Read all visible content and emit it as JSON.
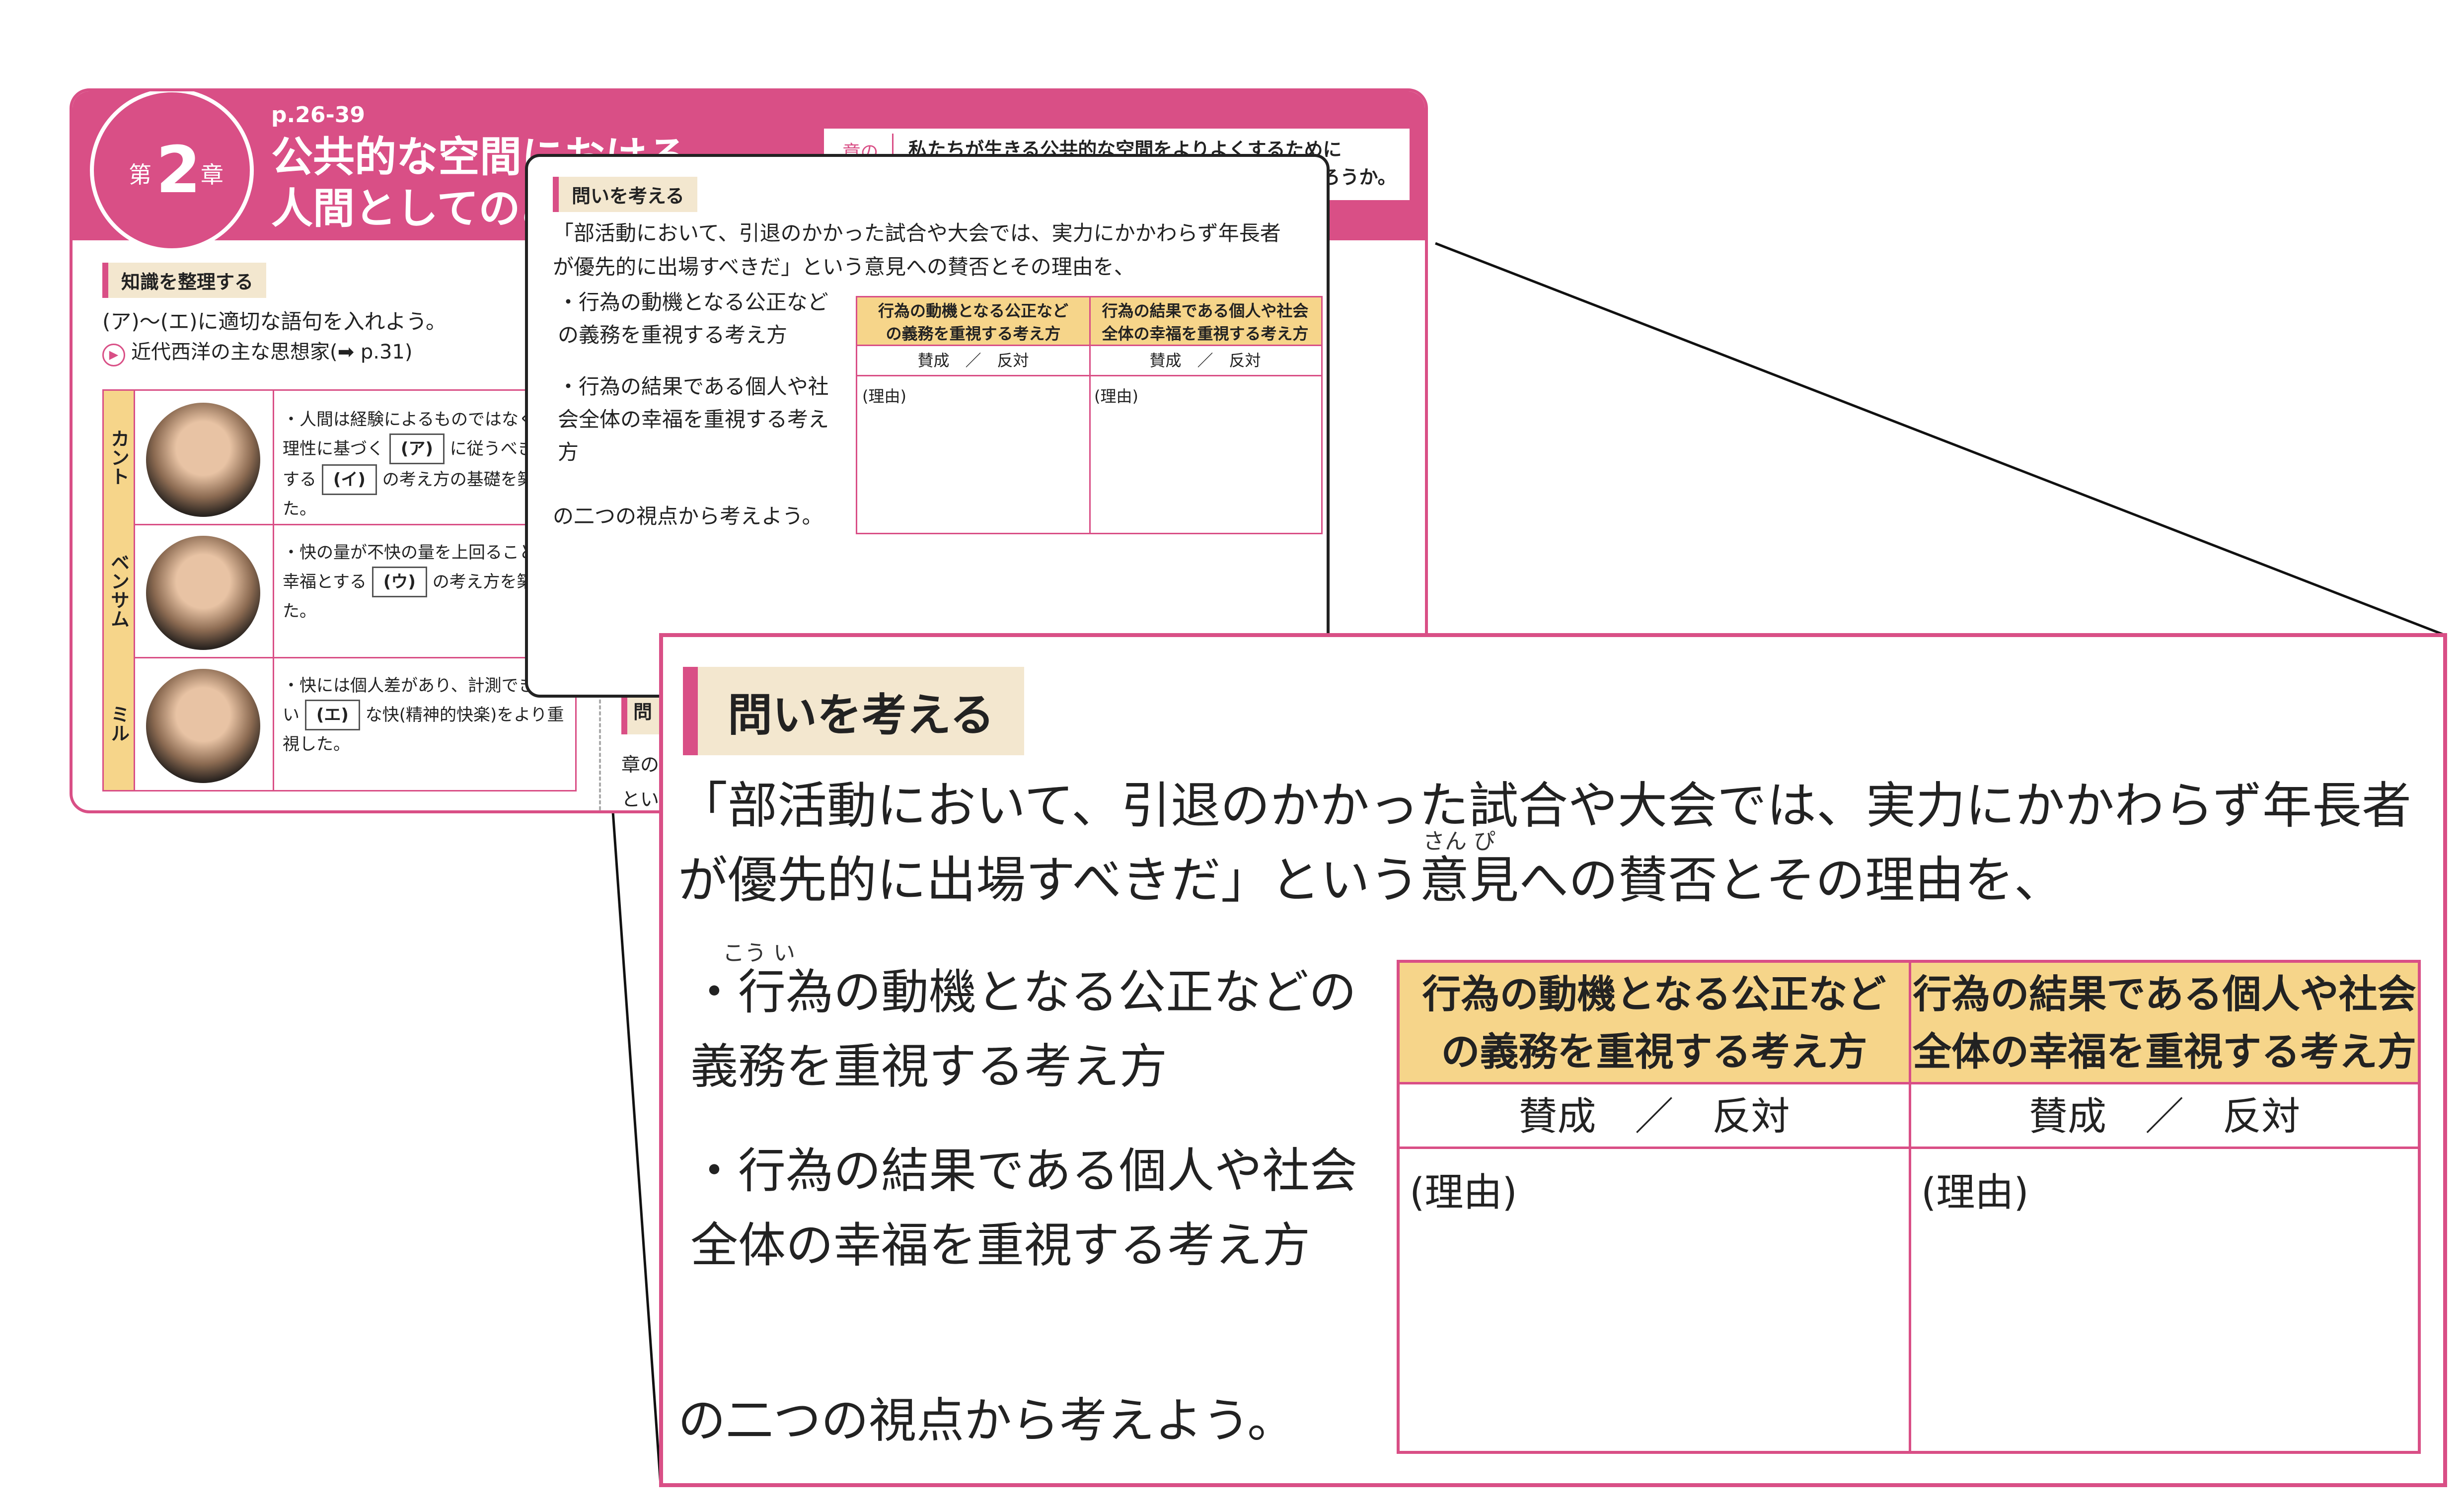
{
  "header": {
    "chapter_prefix": "第",
    "chapter_number": "2",
    "chapter_suffix": "章",
    "page_ref": "p.26-39",
    "title_line1": "公共的な空間における",
    "title_line2": "人間としてのあり方・生き方",
    "question_tag": "章の\n問い",
    "question_text": "私たちが生きる公共的な空間をよりよくするために\nは、何に注目して選択・判断していけばよいのだろうか。"
  },
  "knowledge": {
    "tag": "知識を整理する",
    "instruction": "(ア)～(エ)に適切な語句を入れよう。",
    "link": "近代西洋の主な思想家(➡ p.31)",
    "thinkers": [
      {
        "name": "カント",
        "text_a": "・人間は経験によるものではなく、理性に基づく",
        "blank1": "(ア)",
        "text_b": "に従うべきとする",
        "blank2": "(イ)",
        "text_c": "の考え方の基礎を築いた。"
      },
      {
        "name": "ベンサム",
        "text_a": "・快の量が不快の量を上回ることを幸福とする",
        "blank1": "(ウ)",
        "text_b": "の考え方を築いた。"
      },
      {
        "name": "ミル",
        "text_a": "・快には個人差があり、計測できない",
        "blank1": "(エ)",
        "text_b": "な快(精神的快楽)をより重視した。"
      }
    ]
  },
  "consider": {
    "tag": "問いを考える",
    "prompt_line1": "「部活動において、引退のかかった試合や大会では、実力にかかわらず年長者",
    "prompt_line2": "が優先的に出場すべきだ」という意見への賛否とその理由を、",
    "bullet1": "・行為の動機となる公正などの義務を重視する考え方",
    "bullet2": "・行為の結果である個人や社会全体の幸福を重視する考え方",
    "closing": "の二つの視点から考えよう。",
    "ruby_koui": "こう い",
    "ruby_sanpi": "さん ぴ",
    "table": {
      "col1_header": "行為の動機となる公正など\nの義務を重視する考え方",
      "col2_header": "行為の結果である個人や社会\n全体の幸福を重視する考え方",
      "vote": "賛成　／　反対",
      "reason": "(理由)"
    }
  },
  "peek": {
    "tag": "問",
    "text1": "章の",
    "text2": "とい"
  },
  "colors": {
    "accent": "#d94f86",
    "header_yellow": "#f6d58a",
    "tag_bg": "#f3e7cf"
  }
}
